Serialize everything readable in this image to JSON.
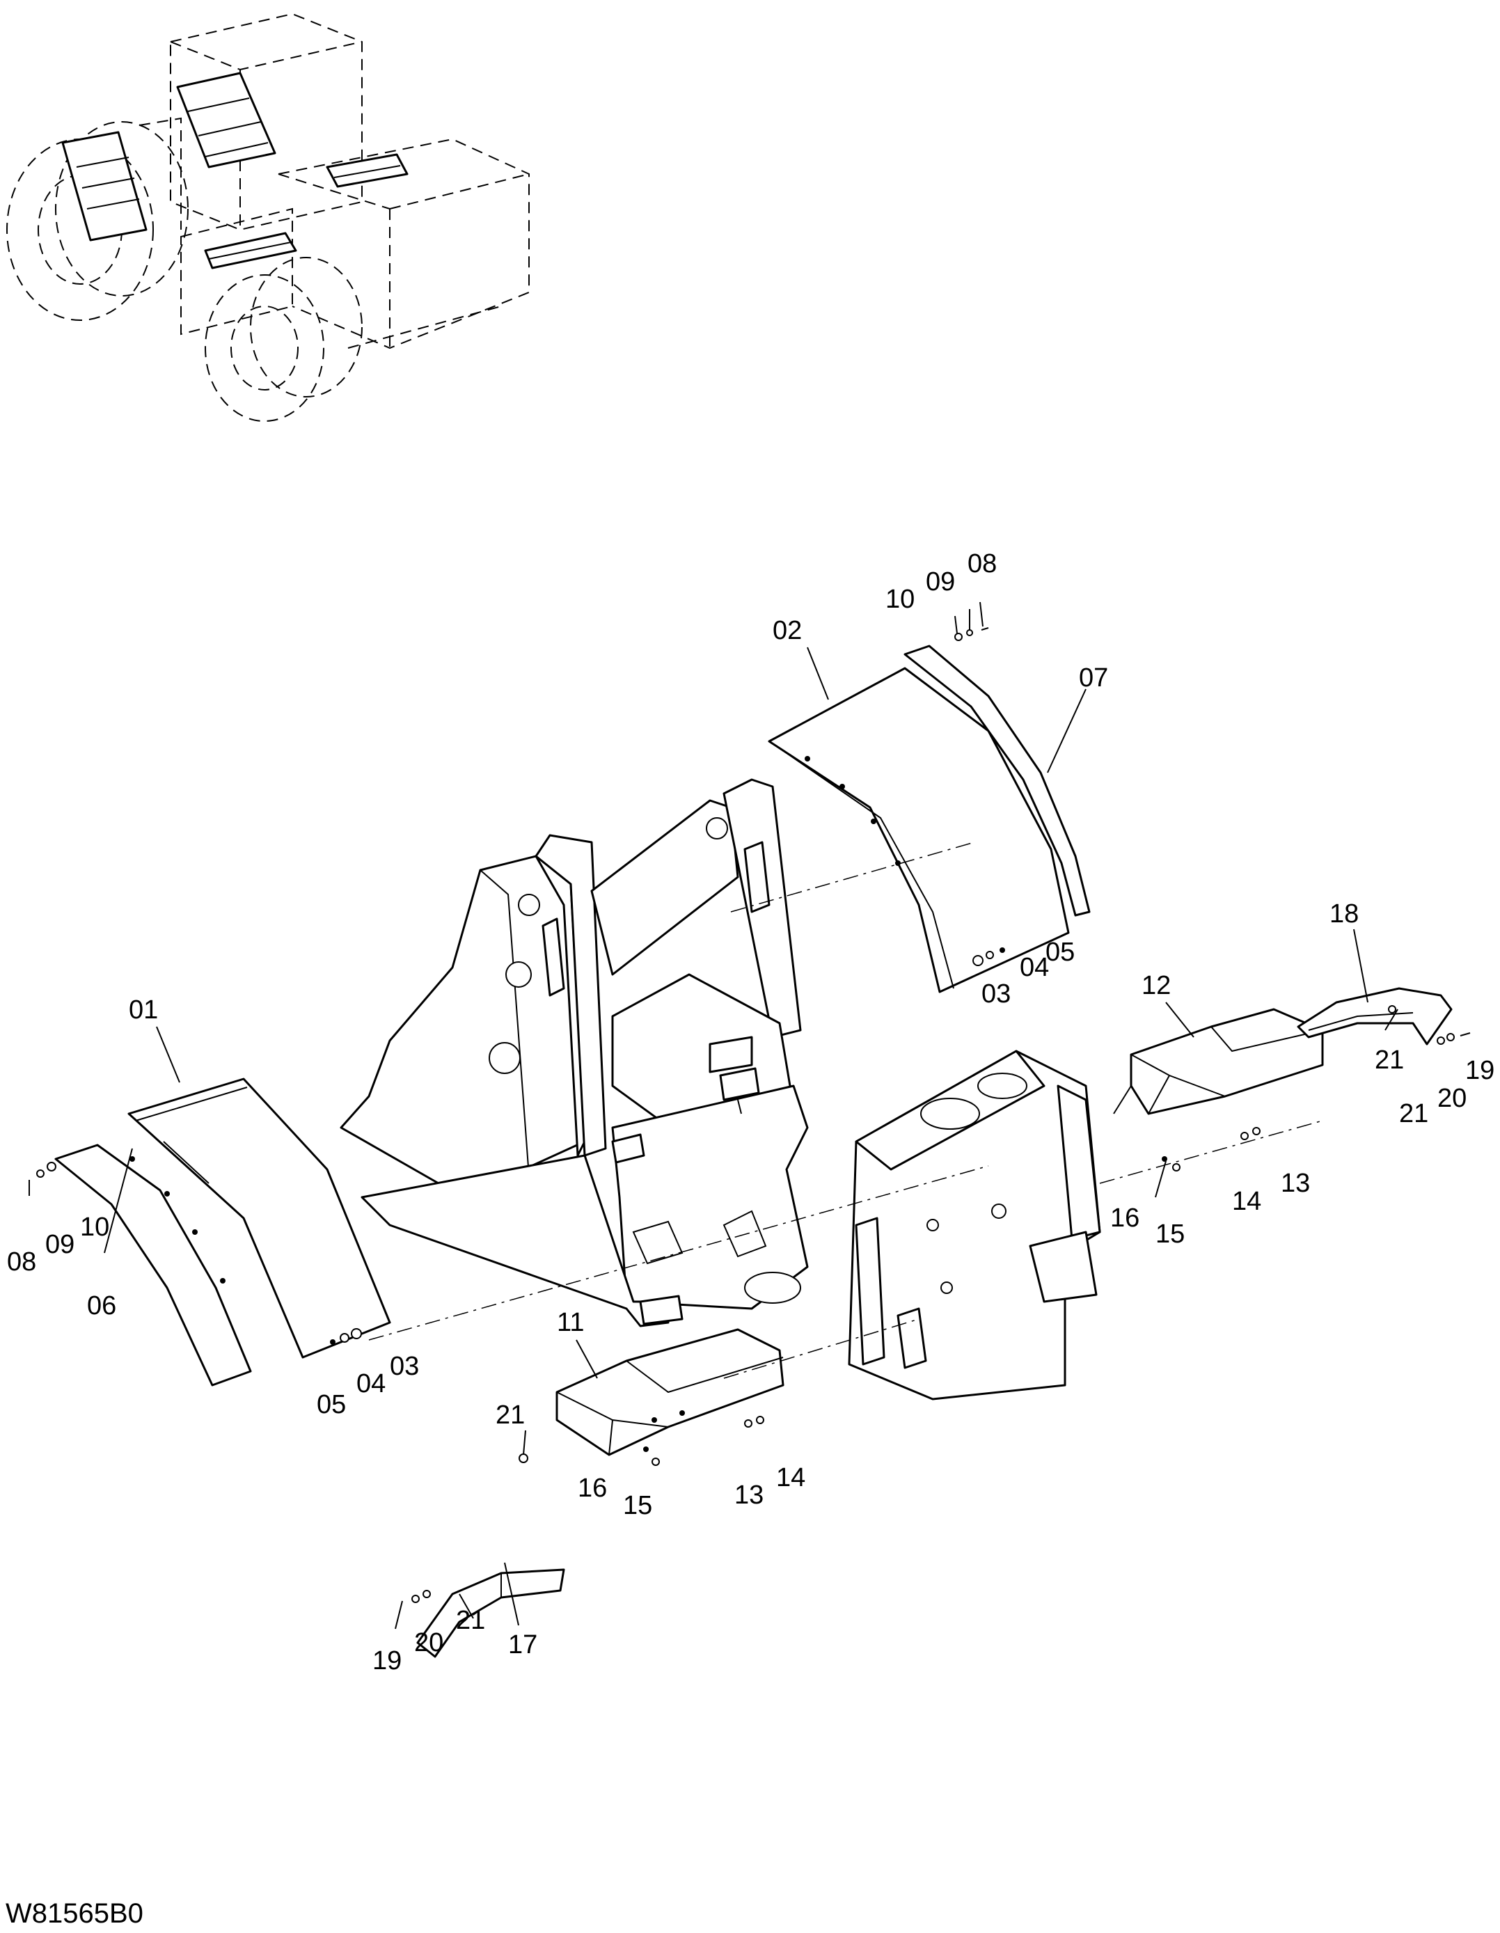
{
  "drawing_code": "W81565B0",
  "callouts": {
    "c01": "01",
    "c02": "02",
    "c03a": "03",
    "c03b": "03",
    "c04a": "04",
    "c04b": "04",
    "c05a": "05",
    "c05b": "05",
    "c06": "06",
    "c07": "07",
    "c08a": "08",
    "c08b": "08",
    "c09a": "09",
    "c09b": "09",
    "c10a": "10",
    "c10b": "10",
    "c11": "11",
    "c12": "12",
    "c13a": "13",
    "c13b": "13",
    "c14a": "14",
    "c14b": "14",
    "c15a": "15",
    "c15b": "15",
    "c16a": "16",
    "c16b": "16",
    "c17": "17",
    "c18": "18",
    "c19a": "19",
    "c19b": "19",
    "c20a": "20",
    "c20b": "20",
    "c21a": "21",
    "c21b": "21",
    "c21c": "21",
    "c21d": "21"
  }
}
